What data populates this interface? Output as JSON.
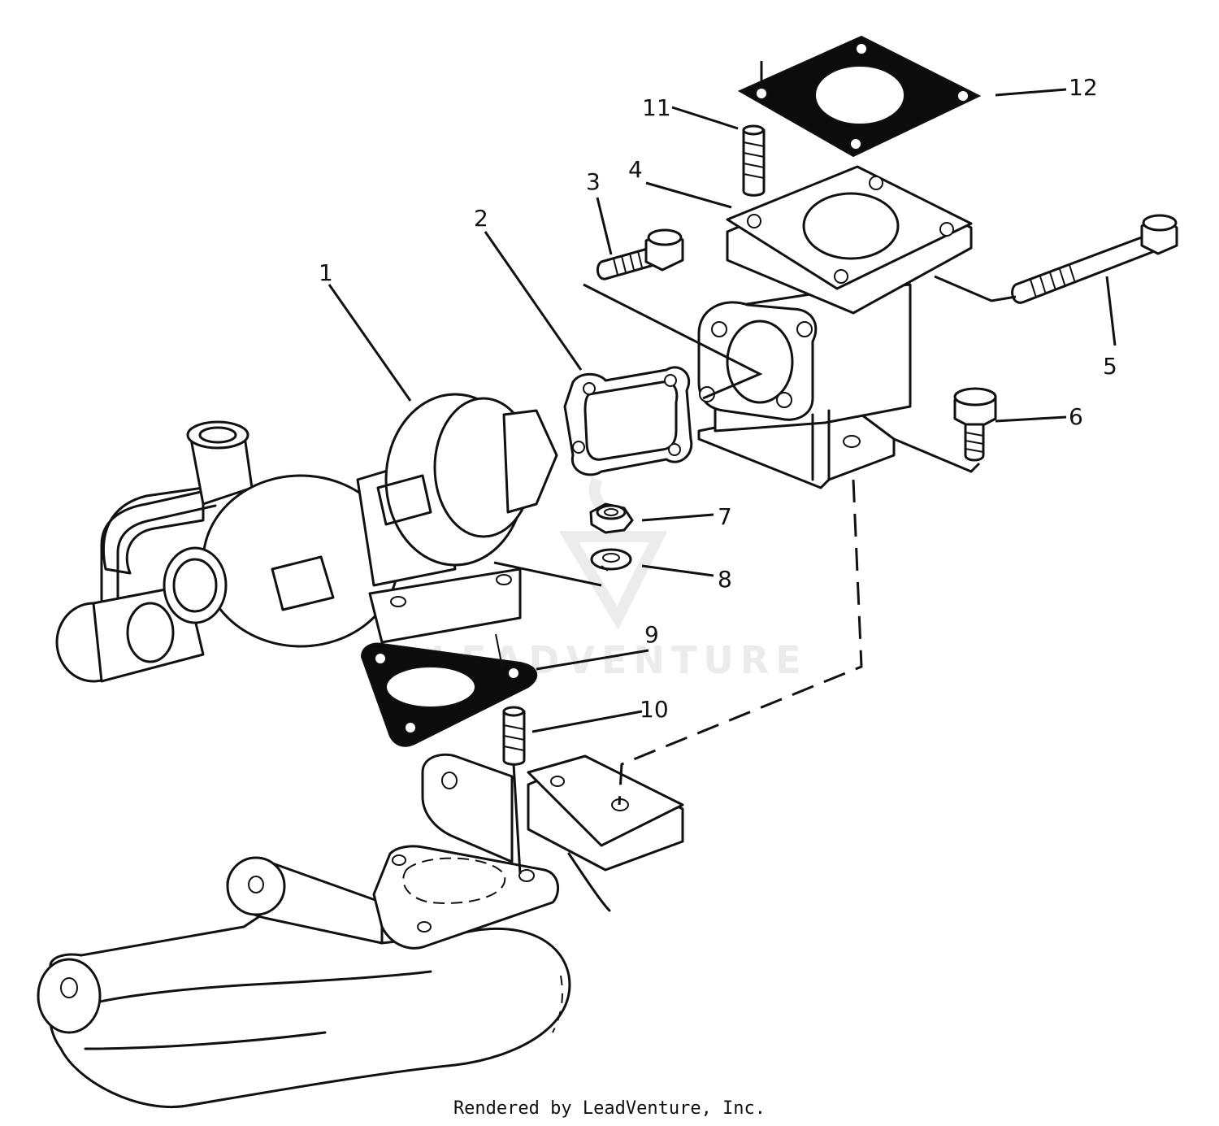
{
  "callouts": [
    {
      "number": "1"
    },
    {
      "number": "2"
    },
    {
      "number": "3"
    },
    {
      "number": "4"
    },
    {
      "number": "5"
    },
    {
      "number": "6"
    },
    {
      "number": "7"
    },
    {
      "number": "8"
    },
    {
      "number": "9"
    },
    {
      "number": "10"
    },
    {
      "number": "11"
    },
    {
      "number": "12"
    }
  ],
  "watermark": {
    "text": "LEADVENTURE"
  },
  "credit": {
    "text": "Rendered by LeadVenture, Inc."
  }
}
